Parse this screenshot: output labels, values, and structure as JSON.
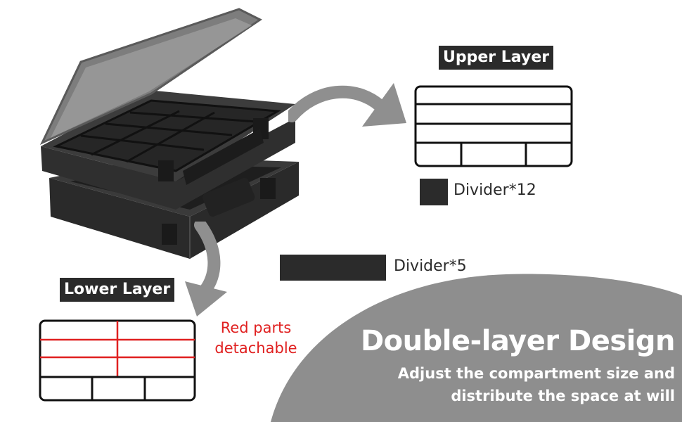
{
  "upper_layer_label": "Upper Layer",
  "lower_layer_label": "Lower Layer",
  "divider_upper_label": "Divider*12",
  "divider_lower_label": "Divider*5",
  "red_parts_line1": "Red parts",
  "red_parts_line2": "detachable",
  "headline": "Double-layer Design",
  "subline1": "Adjust the compartment size and",
  "subline2": "distribute the space at will",
  "colors": {
    "label_bg": "#2b2b2b",
    "accent_red": "#e02020",
    "blob_gray": "#8e8e8e",
    "arrow_gray": "#8f8f8f"
  }
}
